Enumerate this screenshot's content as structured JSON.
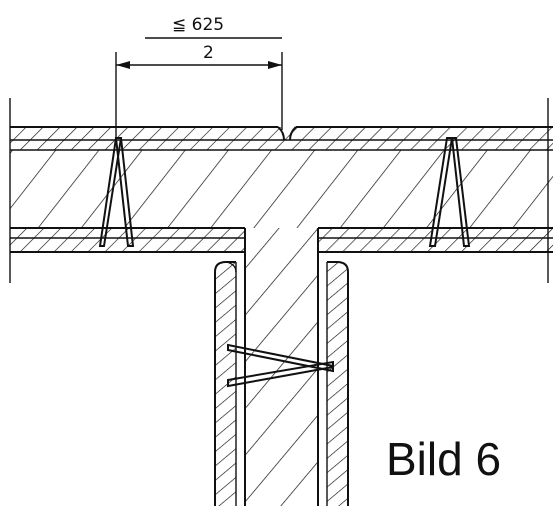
{
  "dimension": {
    "numerator": "≦ 625",
    "denominator": "2"
  },
  "caption": "Bild 6"
}
